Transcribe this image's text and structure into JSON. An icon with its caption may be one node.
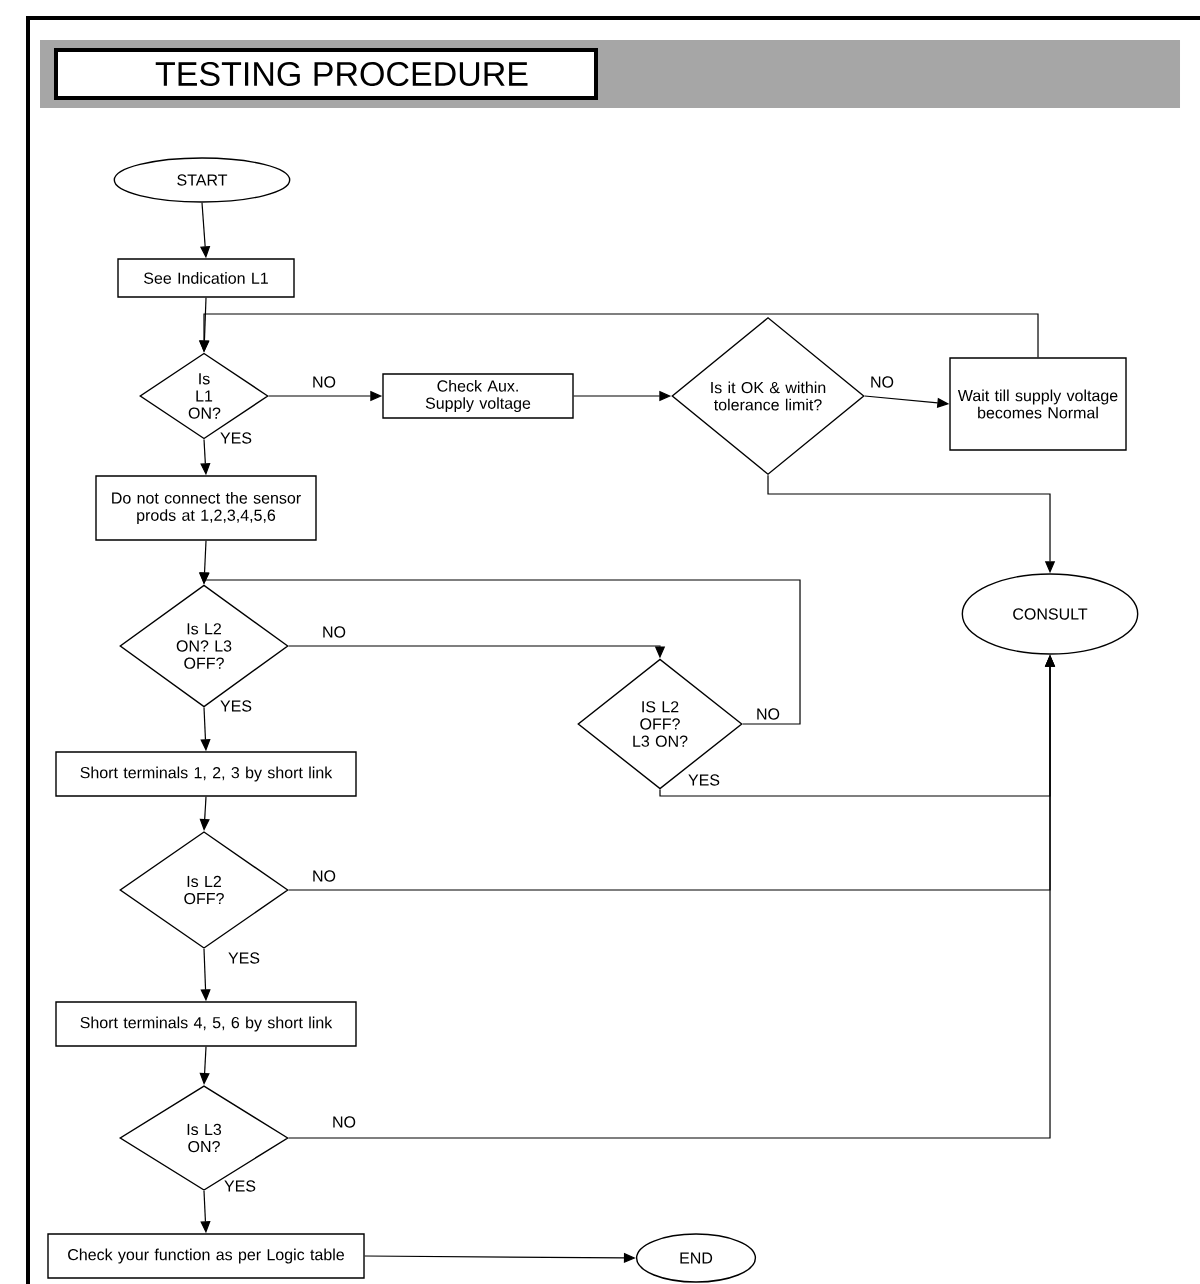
{
  "diagram": {
    "title": "TESTING PROCEDURE",
    "nodes": [
      {
        "text": [
          "START"
        ]
      },
      {
        "text": [
          "See Indication L1"
        ]
      },
      {
        "text": [
          "Is L1 ON?"
        ]
      },
      {
        "text": [
          "Check Aux. Supply voltage"
        ]
      },
      {
        "text": [
          "Is it OK & within tolerance limit?"
        ]
      },
      {
        "text": [
          "Wait till supply voltage becomes Normal"
        ]
      },
      {
        "text": [
          "Do not connect the sensor prods at 1,2,3,4,5,6"
        ]
      },
      {
        "text": [
          "Is L2 ON? L3 OFF?"
        ]
      },
      {
        "text": [
          "IS L2 OFF? L3 ON?"
        ]
      },
      {
        "text": [
          "CONSULT"
        ]
      },
      {
        "text": [
          "Short terminals 1, 2, 3 by short link"
        ]
      },
      {
        "text": [
          "Is L2 OFF?"
        ]
      },
      {
        "text": [
          "Short terminals 4, 5, 6 by short link"
        ]
      },
      {
        "text": [
          "Is L3 ON?"
        ]
      },
      {
        "text": [
          "Check your function as per Logic table"
        ]
      },
      {
        "text": [
          "END"
        ]
      }
    ],
    "edges": [
      {
        "from": 0,
        "to": 1,
        "arrow": "to"
      },
      {
        "from": 1,
        "to": 2,
        "arrow": "to"
      },
      {
        "from": 2,
        "to": 3,
        "arrow": "to",
        "label": "NO"
      },
      {
        "from": 3,
        "to": 4,
        "arrow": "to"
      },
      {
        "from": 4,
        "to": 5,
        "arrow": "to",
        "label": "NO"
      },
      {
        "from": 5,
        "to": 2,
        "arrow": "to"
      },
      {
        "from": 2,
        "to": 6,
        "arrow": "to",
        "label": "YES"
      },
      {
        "from": 4,
        "to": 9,
        "arrow": "to"
      },
      {
        "from": 6,
        "to": 7,
        "arrow": "to"
      },
      {
        "from": 7,
        "to": 8,
        "arrow": "to",
        "label": "NO"
      },
      {
        "from": 8,
        "to": 7,
        "arrow": "to",
        "label": "NO"
      },
      {
        "from": 7,
        "to": 10,
        "arrow": "to",
        "label": "YES"
      },
      {
        "from": 8,
        "to": 9,
        "arrow": "to",
        "label": "YES"
      },
      {
        "from": 10,
        "to": 11,
        "arrow": "to"
      },
      {
        "from": 11,
        "to": 9,
        "arrow": "to",
        "label": "NO"
      },
      {
        "from": 11,
        "to": 12,
        "arrow": "to",
        "label": "YES"
      },
      {
        "from": 12,
        "to": 13,
        "arrow": "to"
      },
      {
        "from": 13,
        "to": 9,
        "arrow": "to",
        "label": "NO"
      },
      {
        "from": 13,
        "to": 14,
        "arrow": "to",
        "label": "YES"
      },
      {
        "from": 14,
        "to": 15,
        "arrow": "to"
      }
    ]
  }
}
